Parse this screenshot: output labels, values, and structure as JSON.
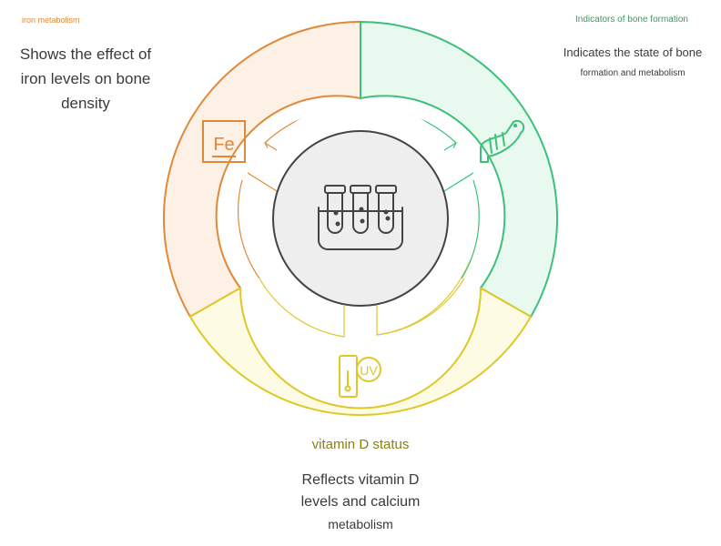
{
  "colors": {
    "iron": "#e0893a",
    "iron_fill": "#fdf0e4",
    "bone": "#3cc07a",
    "bone_fill": "#e8f9ef",
    "vitamin": "#dfc826",
    "vitamin_fill": "#fdfbe3",
    "vitamin_title": "#8a7f12",
    "center_fill": "#eeeeee",
    "center_stroke": "#444444"
  },
  "segments": {
    "iron": {
      "title": "iron metabolism",
      "description": "Shows the effect of iron levels on bone density",
      "icon": "iron-fe-icon",
      "icon_label": "Fe"
    },
    "bone": {
      "title": "Indicators of bone formation",
      "description_line1": "Indicates the state of bone",
      "description_line2": "formation and metabolism",
      "icon": "worm-icon"
    },
    "vitamin": {
      "title": "vitamin D status",
      "description_line1": "Reflects vitamin D",
      "description_line2": "levels and calcium",
      "description_line3": "metabolism",
      "icon": "uv-meter-icon",
      "icon_label": "UV"
    }
  },
  "center": {
    "icon": "test-tubes-icon"
  }
}
